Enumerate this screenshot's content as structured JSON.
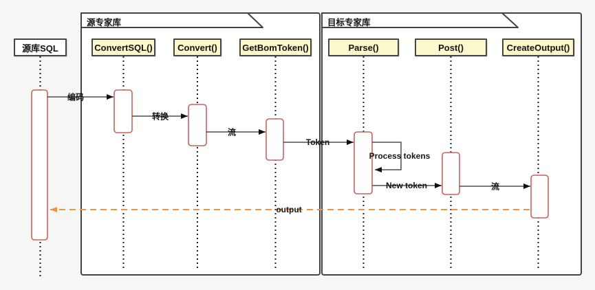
{
  "diagram": {
    "frames": [
      {
        "label": "源专家库"
      },
      {
        "label": "目标专家库"
      }
    ],
    "lifelines": [
      {
        "label": "源库SQL"
      },
      {
        "label": "ConvertSQL()"
      },
      {
        "label": "Convert()"
      },
      {
        "label": "GetBomToken()"
      },
      {
        "label": "Parse()"
      },
      {
        "label": "Post()"
      },
      {
        "label": "CreateOutput()"
      }
    ],
    "messages": [
      {
        "label": "编码",
        "from": "源库SQL",
        "to": "ConvertSQL()",
        "style": "solid"
      },
      {
        "label": "转换",
        "from": "ConvertSQL()",
        "to": "Convert()",
        "style": "solid"
      },
      {
        "label": "流",
        "from": "Convert()",
        "to": "GetBomToken()",
        "style": "solid"
      },
      {
        "label": "Token",
        "from": "GetBomToken()",
        "to": "Parse()",
        "style": "solid"
      },
      {
        "label": "Process tokens",
        "from": "Parse()",
        "to": "Parse()",
        "style": "self"
      },
      {
        "label": "New token",
        "from": "Parse()",
        "to": "Post()",
        "style": "solid"
      },
      {
        "label": "流",
        "from": "Post()",
        "to": "CreateOutput()",
        "style": "solid"
      },
      {
        "label": "output",
        "from": "CreateOutput()",
        "to": "源库SQL",
        "style": "dashed-return"
      }
    ],
    "colors": {
      "background": "#f6f6f6",
      "frame_fill": "#ffffff",
      "frame_border": "#424242",
      "head_fill": "#fbf8cb",
      "head_border": "#454545",
      "activation_border": "#c9605c",
      "message_line": "#4d4d4d",
      "arrowhead": "#111111",
      "return_line": "#e8973f"
    }
  }
}
